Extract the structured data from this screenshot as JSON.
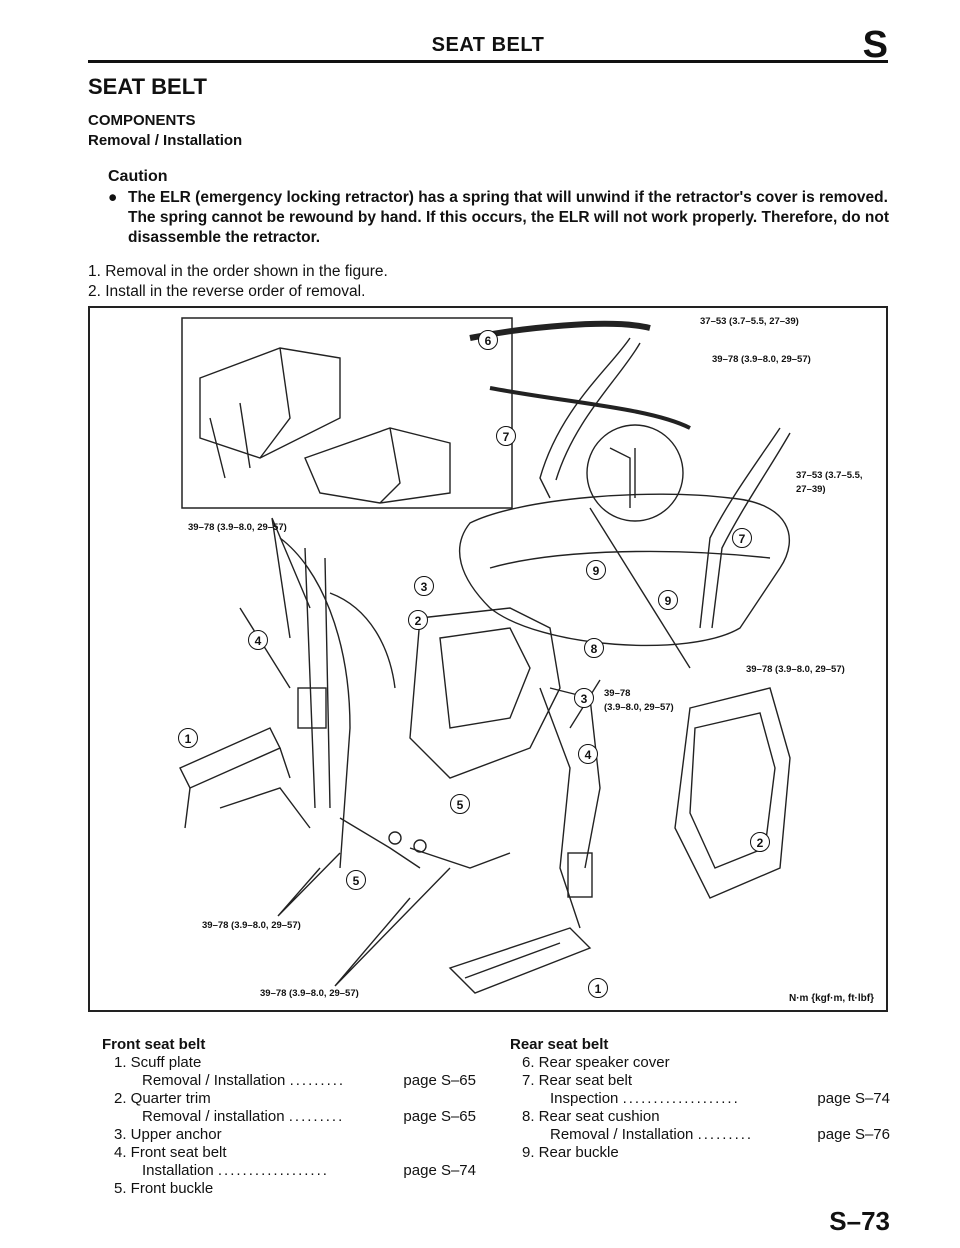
{
  "header": {
    "title": "SEAT BELT",
    "section_letter": "S"
  },
  "section_title": "SEAT BELT",
  "components": "COMPONENTS",
  "subheading": "Removal / Installation",
  "caution": {
    "heading": "Caution",
    "bullet": "●",
    "text": "The ELR (emergency locking retractor) has a spring that will unwind if the retractor's cover is removed. The spring cannot be rewound by hand. If this occurs, the ELR will not work properly. Therefore, do not disassemble the retractor."
  },
  "steps": [
    "1. Removal in the order shown in the figure.",
    "2. Install in the reverse order of removal."
  ],
  "figure": {
    "torque_labels": [
      "37–53 (3.7–5.5, 27–39)",
      "39–78 (3.9–8.0, 29–57)",
      "37–53 (3.7–5.5,",
      "27–39)",
      "39–78 (3.9–8.0, 29–57)",
      "39–78 (3.9–8.0, 29–57)",
      "39–78",
      "(3.9–8.0, 29–57)",
      "39–78 (3.9–8.0, 29–57)",
      "39–78 (3.9–8.0, 29–57)"
    ],
    "callouts": [
      "6",
      "7",
      "7",
      "9",
      "9",
      "8",
      "3",
      "2",
      "4",
      "1",
      "3",
      "4",
      "5",
      "5",
      "2",
      "1"
    ],
    "unit": "N·m {kgf·m, ft·lbf}"
  },
  "front": {
    "heading": "Front seat belt",
    "items": [
      {
        "text": "1. Scuff plate",
        "indent": 1
      },
      {
        "text": "Removal / Installation",
        "dots": ".........",
        "page": "page S–65",
        "indent": 2
      },
      {
        "text": "2. Quarter trim",
        "indent": 1
      },
      {
        "text": "Removal / installation",
        "dots": ".........",
        "page": "page S–65",
        "indent": 2
      },
      {
        "text": "3. Upper anchor",
        "indent": 1
      },
      {
        "text": "4. Front seat belt",
        "indent": 1
      },
      {
        "text": "Installation",
        "dots": "..................",
        "page": "page S–74",
        "indent": 2
      },
      {
        "text": "5. Front buckle",
        "indent": 1
      }
    ]
  },
  "rear": {
    "heading": "Rear seat belt",
    "items": [
      {
        "text": "6. Rear speaker cover",
        "indent": 1
      },
      {
        "text": "7. Rear seat belt",
        "indent": 1
      },
      {
        "text": "Inspection",
        "dots": "...................",
        "page": "page S–74",
        "indent": 2
      },
      {
        "text": "8. Rear seat cushion",
        "indent": 1
      },
      {
        "text": "Removal / Installation",
        "dots": ".........",
        "page": "page S–76",
        "indent": 2
      },
      {
        "text": "9. Rear buckle",
        "indent": 1
      }
    ]
  },
  "page_number": "S–73"
}
